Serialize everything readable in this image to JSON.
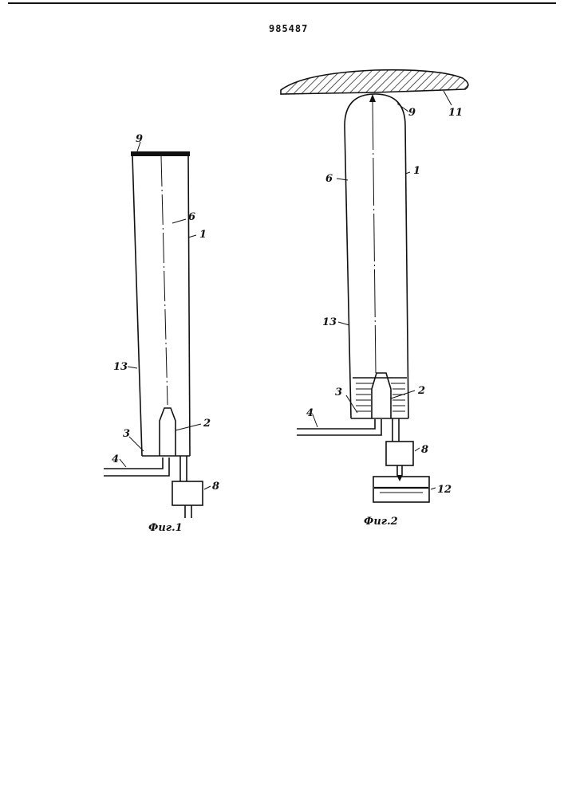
{
  "patent_number": "985487",
  "fig1": {
    "caption": "Фиг.1",
    "labels": {
      "l9": "9",
      "l6": "6",
      "l1": "1",
      "l13": "13",
      "l2": "2",
      "l3": "3",
      "l4": "4",
      "l8": "8"
    }
  },
  "fig2": {
    "caption": "Фиг.2",
    "labels": {
      "l9": "9",
      "l11": "11",
      "l6": "6",
      "l1": "1",
      "l13": "13",
      "l3": "3",
      "l2": "2",
      "l4": "4",
      "l8": "8",
      "l12": "12"
    }
  }
}
